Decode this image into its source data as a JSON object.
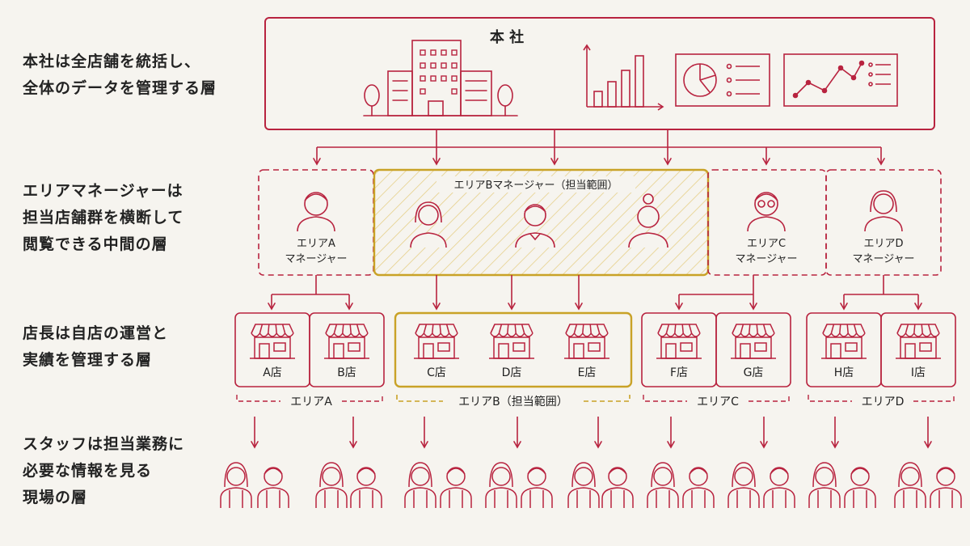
{
  "colors": {
    "red": "#b8233f",
    "gold": "#c9a227",
    "ink": "#222222",
    "background": "#f6f4ef"
  },
  "descriptions": [
    [
      "本社は全店舗を統括し、",
      "全体のデータを管理する層"
    ],
    [
      "エリアマネージャーは",
      "担当店舗群を横断して",
      "閲覧できる中間の層"
    ],
    [
      "店長は自店の運営と",
      "実績を管理する層"
    ],
    [
      "スタッフは担当業務に",
      "必要な情報を見る",
      "現場の層"
    ]
  ],
  "hq": {
    "label": "本 社",
    "icons": [
      "building-icon",
      "bar-chart-icon",
      "pie-report-icon",
      "line-chart-icon"
    ]
  },
  "managers": {
    "a": [
      "エリアA",
      "マネージャー"
    ],
    "b_title": "エリアBマネージャー（担当範囲）",
    "c": [
      "エリアC",
      "マネージャー"
    ],
    "d": [
      "エリアD",
      "マネージャー"
    ]
  },
  "stores": [
    "A店",
    "B店",
    "C店",
    "D店",
    "E店",
    "F店",
    "G店",
    "H店",
    "I店"
  ],
  "areas": [
    "エリアA",
    "エリアB（担当範囲）",
    "エリアC",
    "エリアD"
  ]
}
